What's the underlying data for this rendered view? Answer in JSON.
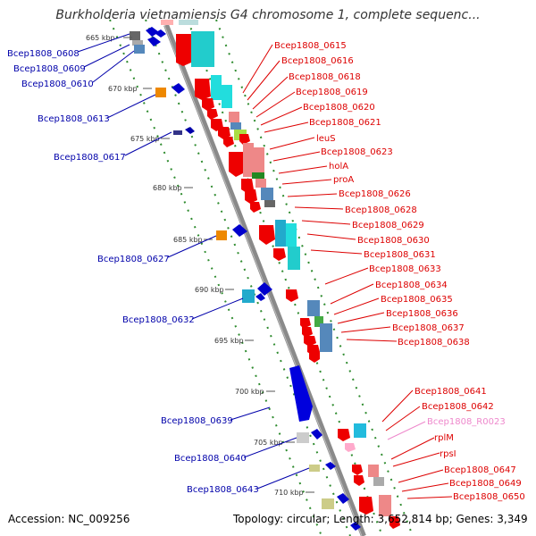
{
  "title": "Burkholderia vietnamiensis G4 chromosome 1, complete sequenc...",
  "footer": {
    "accession": "Accession: NC_009256",
    "topology": "Topology: circular; Length: 3,652,814 bp; Genes: 3,349"
  },
  "colors": {
    "backbone": "#808080",
    "dots": "#2e8b2e",
    "left_labels": "#0000aa",
    "right_labels": "#dd0000",
    "rna_label": "#ee88cc"
  },
  "kbp_ticks": [
    "665 kbp",
    "670 kbp",
    "675 kbp",
    "680 kbp",
    "685 kbp",
    "690 kbp",
    "695 kbp",
    "700 kbp",
    "705 kbp",
    "710 kbp"
  ],
  "left_genes": [
    "Bcep1808_0608",
    "Bcep1808_0609",
    "Bcep1808_0610",
    "Bcep1808_0613",
    "Bcep1808_0617",
    "Bcep1808_0627",
    "Bcep1808_0632",
    "Bcep1808_0639",
    "Bcep1808_0640",
    "Bcep1808_0643"
  ],
  "right_genes": [
    "Bcep1808_0615",
    "Bcep1808_0616",
    "Bcep1808_0618",
    "Bcep1808_0619",
    "Bcep1808_0620",
    "Bcep1808_0621",
    "leuS",
    "Bcep1808_0623",
    "holA",
    "proA",
    "Bcep1808_0626",
    "Bcep1808_0628",
    "Bcep1808_0629",
    "Bcep1808_0630",
    "Bcep1808_0631",
    "Bcep1808_0633",
    "Bcep1808_0634",
    "Bcep1808_0635",
    "Bcep1808_0636",
    "Bcep1808_0637",
    "Bcep1808_0638",
    "Bcep1808_0641",
    "Bcep1808_0642",
    "Bcep1808_R0023",
    "rplM",
    "rpsI",
    "Bcep1808_0647",
    "Bcep1808_0649",
    "Bcep1808_0650"
  ]
}
